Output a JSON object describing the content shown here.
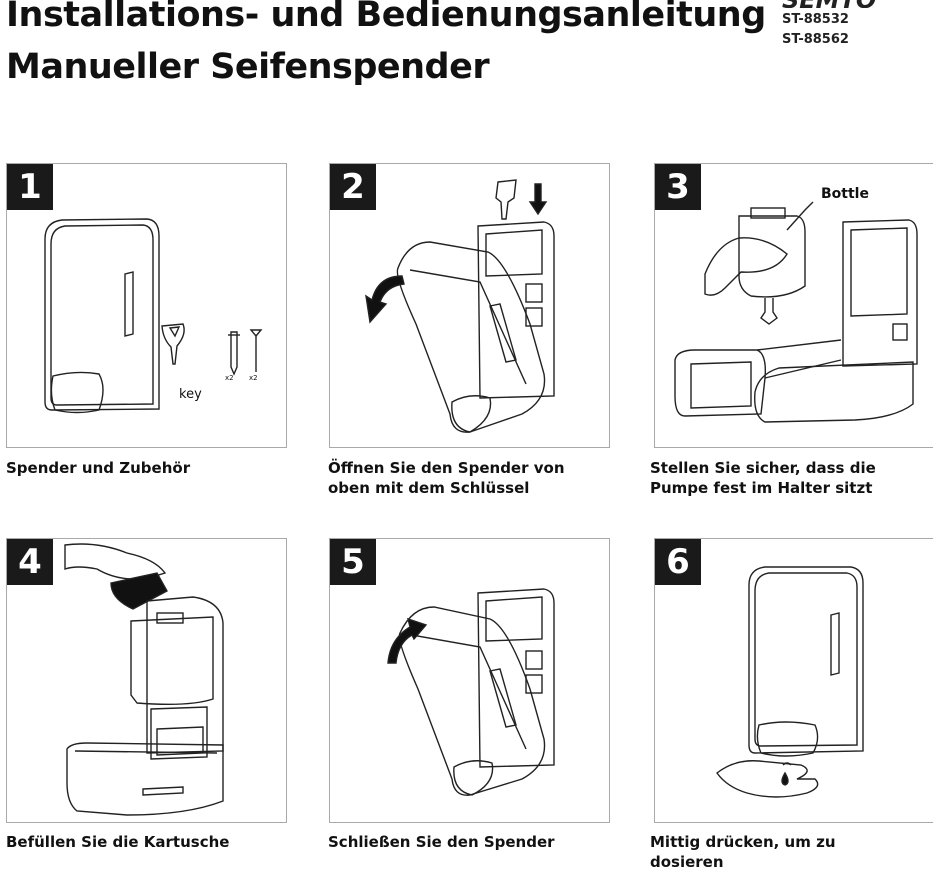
{
  "header": {
    "title_line1": "Installations- und Bedienungsanleitung",
    "title_line2": "Manueller Seifenspender",
    "logo": "SEMTO",
    "model_1": "ST-88532",
    "model_2": "ST-88562"
  },
  "steps": [
    {
      "number": "1",
      "caption_line1": "Spender und Zubehör",
      "caption_line2": "",
      "label_key": "key",
      "label_qty1": "x2",
      "label_qty2": "x2"
    },
    {
      "number": "2",
      "caption_line1": "Öffnen Sie den Spender von",
      "caption_line2": "oben mit dem Schlüssel"
    },
    {
      "number": "3",
      "caption_line1": "Stellen Sie sicher, dass die",
      "caption_line2": "Pumpe fest im Halter sitzt",
      "label_bottle": "Bottle"
    },
    {
      "number": "4",
      "caption_line1": "Befüllen Sie die Kartusche",
      "caption_line2": ""
    },
    {
      "number": "5",
      "caption_line1": "Schließen Sie den Spender",
      "caption_line2": ""
    },
    {
      "number": "6",
      "caption_line1": "Mittig drücken, um zu",
      "caption_line2": "dosieren"
    }
  ],
  "colors": {
    "number_badge": "#1a1a1a",
    "panel_border": "#a9a9a9",
    "text": "#111111"
  }
}
